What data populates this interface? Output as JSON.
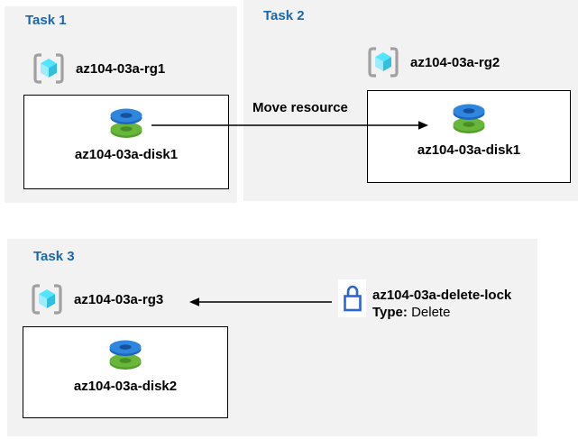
{
  "colors": {
    "panel_bg": "#f2f2f2",
    "heading_blue": "#1b67ad",
    "box_border": "#000000",
    "arrow_black": "#000000",
    "lock_blue": "#2a65d4",
    "rg_cube_top": "#50e6ff",
    "rg_cube_left": "#9cebff",
    "rg_cube_right": "#32bedd",
    "disk_blue": "#2e86de",
    "disk_green": "#68b63a"
  },
  "tasks": [
    {
      "label": "Task 1",
      "resource_group": "az104-03a-rg1",
      "disk": "az104-03a-disk1"
    },
    {
      "label": "Task 2",
      "resource_group": "az104-03a-rg2",
      "disk": "az104-03a-disk1"
    },
    {
      "label": "Task 3",
      "resource_group": "az104-03a-rg3",
      "disk": "az104-03a-disk2"
    }
  ],
  "move_arrow": {
    "label": "Move resource"
  },
  "lock": {
    "name": "az104-03a-delete-lock",
    "type_label": "Type:",
    "type_value": "Delete"
  }
}
